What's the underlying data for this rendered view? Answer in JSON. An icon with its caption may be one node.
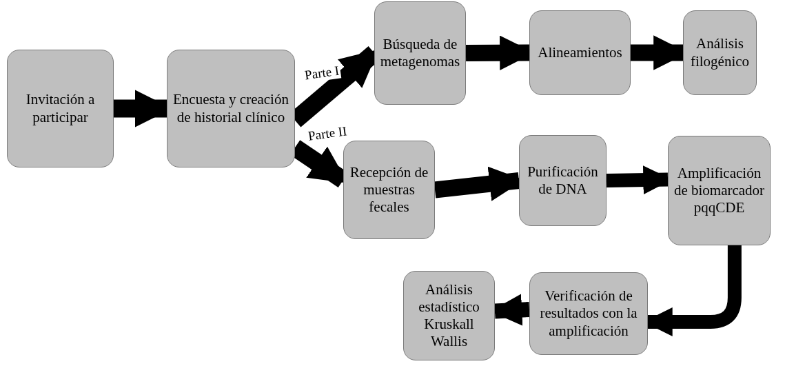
{
  "diagram": {
    "nodes": [
      {
        "text": [
          "Invitación a participar"
        ]
      },
      {
        "text": [
          "Encuesta y creación de historial clínico"
        ]
      },
      {
        "text": [
          "Búsqueda de metagenomas"
        ]
      },
      {
        "text": [
          "Alineamientos"
        ]
      },
      {
        "text": [
          "Análisis filogénico"
        ]
      },
      {
        "text": [
          "Recepción de muestras fecales"
        ]
      },
      {
        "text": [
          "Purificación de DNA"
        ]
      },
      {
        "text": [
          "Amplificación de biomarcador pqqCDE"
        ]
      },
      {
        "text": [
          "Verificación de resultados con la amplificación"
        ]
      },
      {
        "text": [
          "Análisis estadístico Kruskall Wallis"
        ]
      }
    ],
    "edges": [
      {
        "from": 0,
        "to": 1,
        "arrow": "to"
      },
      {
        "from": 1,
        "to": 2,
        "arrow": "to",
        "label": "Parte I"
      },
      {
        "from": 1,
        "to": 5,
        "arrow": "to",
        "label": "Parte II"
      },
      {
        "from": 2,
        "to": 3,
        "arrow": "to"
      },
      {
        "from": 3,
        "to": 4,
        "arrow": "to"
      },
      {
        "from": 5,
        "to": 6,
        "arrow": "to"
      },
      {
        "from": 6,
        "to": 7,
        "arrow": "to"
      },
      {
        "from": 7,
        "to": 8,
        "arrow": "to"
      },
      {
        "from": 8,
        "to": 9,
        "arrow": "to"
      }
    ]
  }
}
